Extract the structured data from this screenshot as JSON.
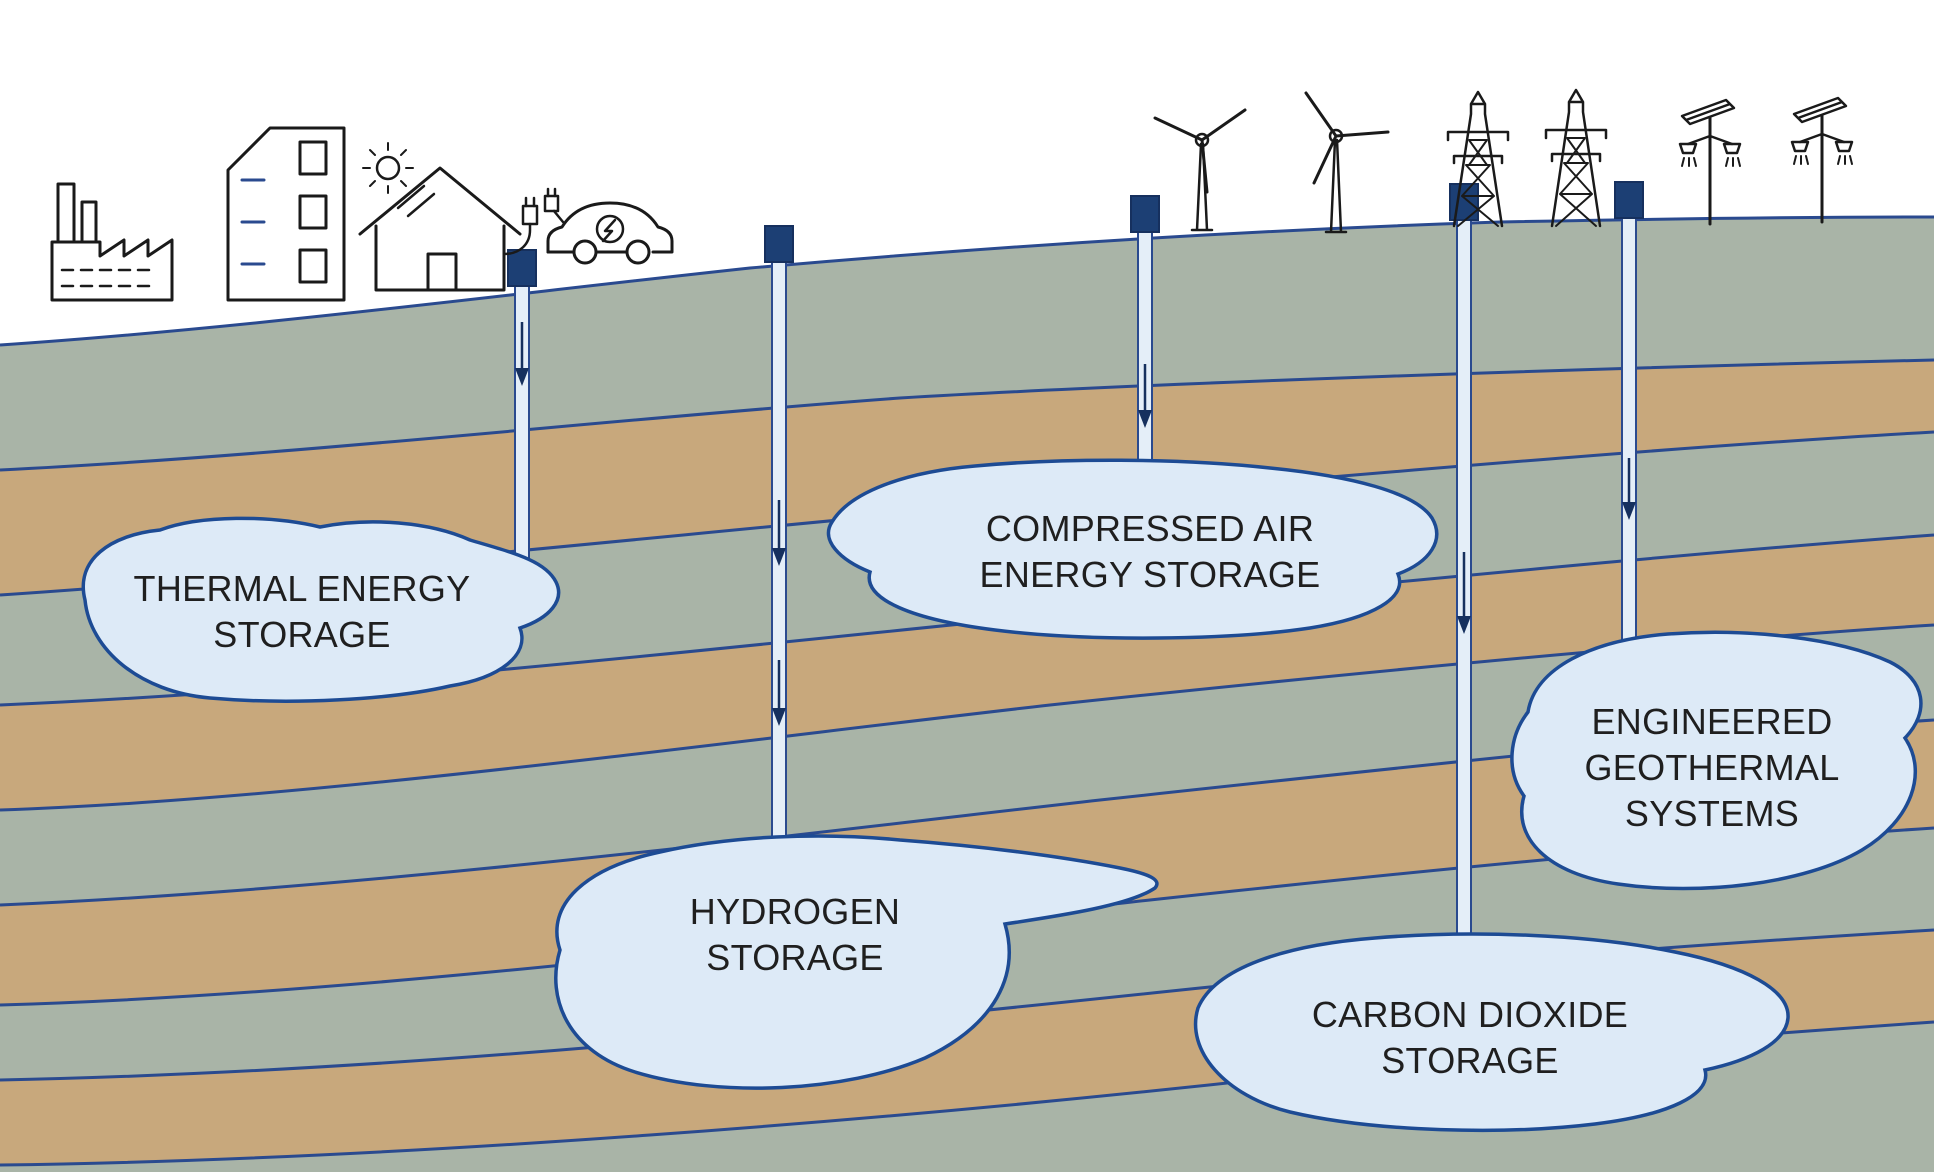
{
  "diagram": {
    "labels": {
      "thermal": "THERMAL ENERGY\nSTORAGE",
      "compressed_air": "COMPRESSED AIR\nENERGY STORAGE",
      "hydrogen": "HYDROGEN\nSTORAGE",
      "carbon_dioxide": "CARBON DIOXIDE\nSTORAGE",
      "geothermal": "ENGINEERED\nGEOTHERMAL\nSYSTEMS"
    },
    "icons": [
      "factory-icon",
      "apartment-building-icon",
      "house-solar-plug-icon",
      "electric-car-icon",
      "wind-turbine-icon",
      "wind-turbine-icon",
      "transmission-tower-icon",
      "transmission-tower-icon",
      "solar-streetlight-icon",
      "solar-streetlight-icon"
    ],
    "colors": {
      "sky": "#ffffff",
      "soil_green": "#a9b4a7",
      "soil_tan": "#c8a87c",
      "layer_line": "#2a4a8f",
      "reservoir_fill": "#ddeaf7",
      "reservoir_stroke": "#1d4b94",
      "well_fill": "#e4eef8",
      "wellhead": "#1c3f74",
      "icon_line": "#1a1a1a",
      "label_text": "#1f1f1f"
    }
  }
}
